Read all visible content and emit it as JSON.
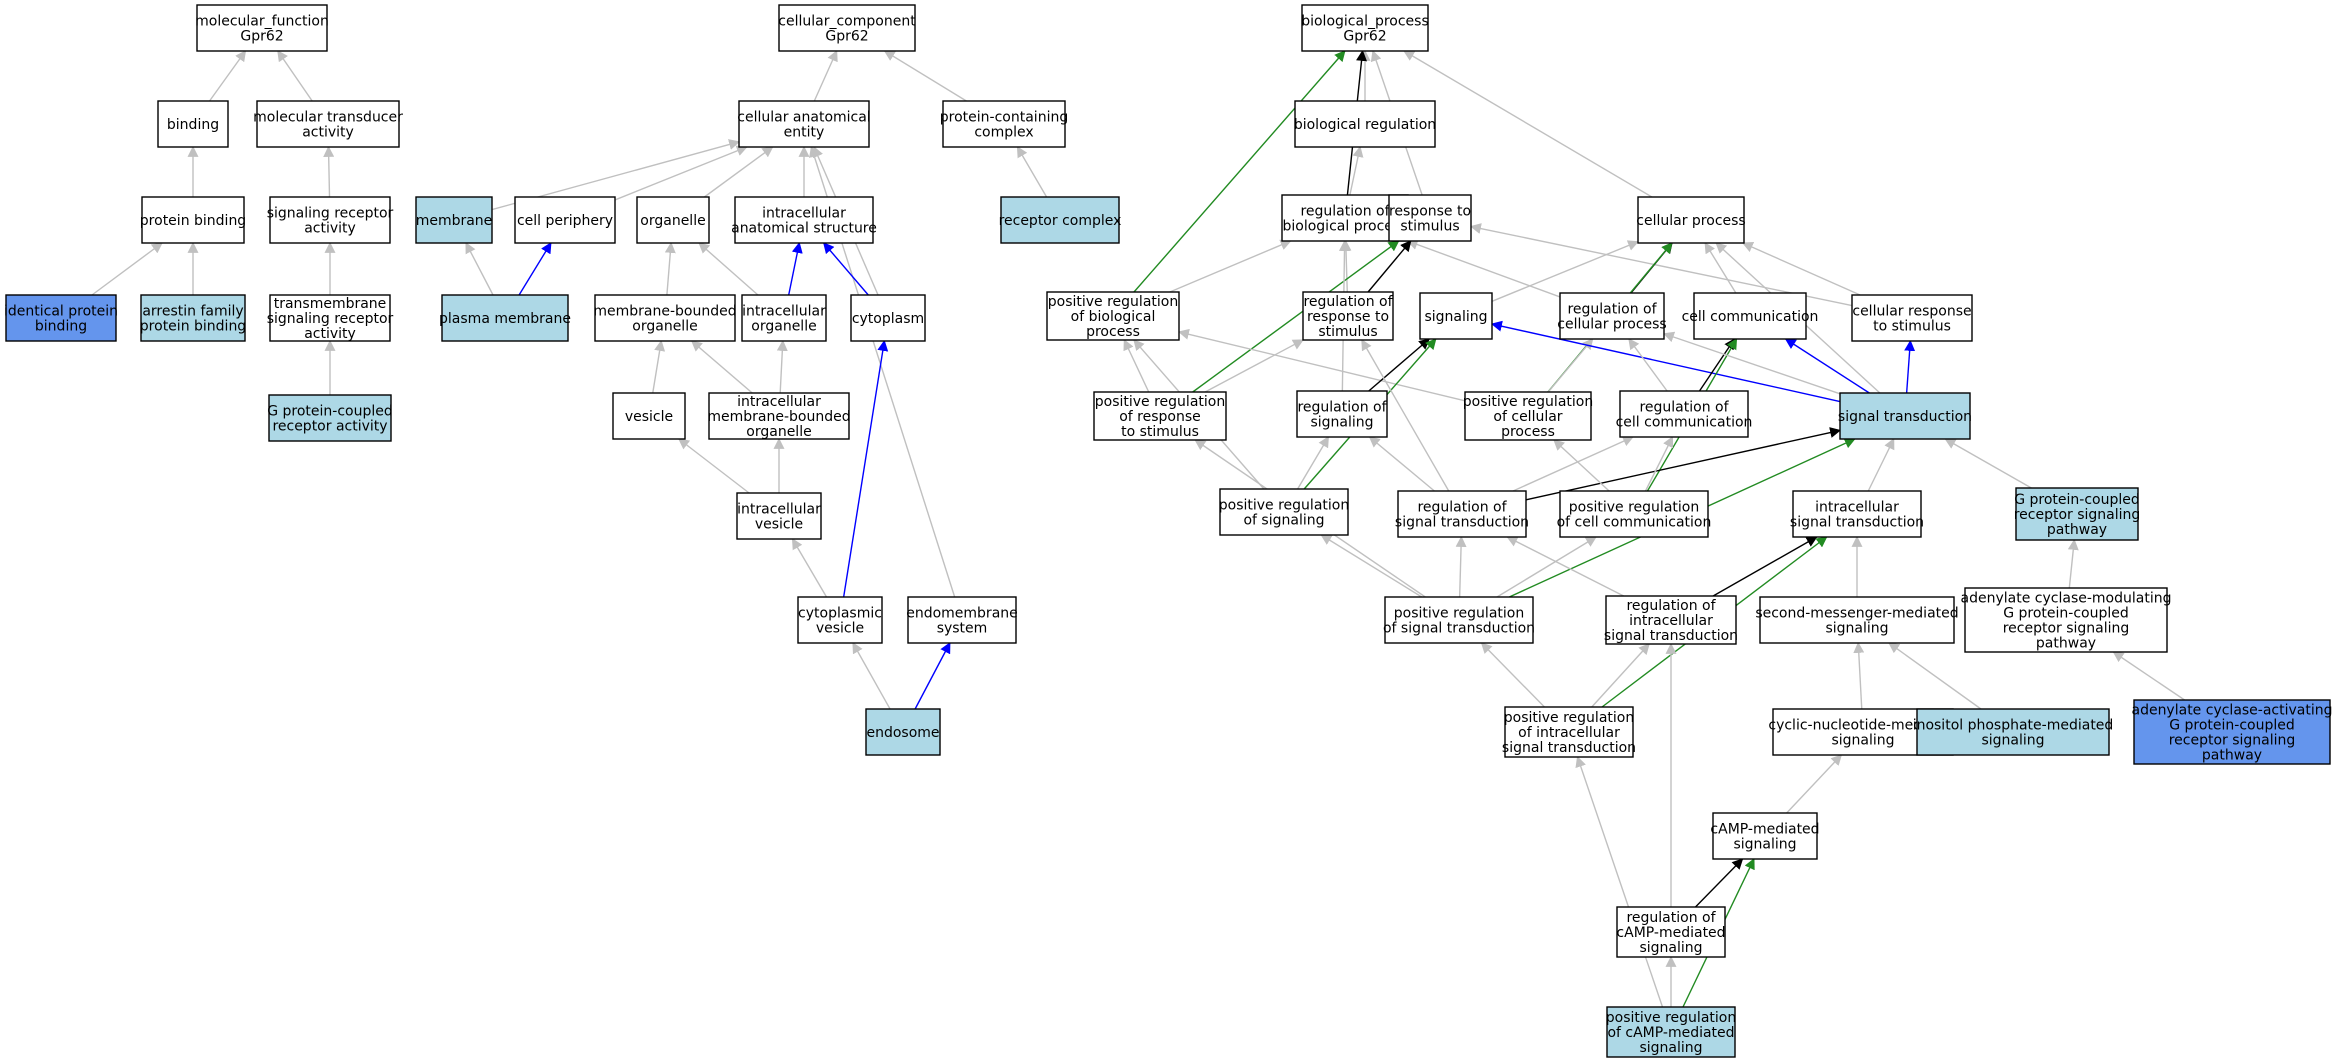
{
  "colors": {
    "node_default": "#ffffff",
    "node_light": "#add8e6",
    "node_dark": "#6495ed",
    "edge_gray": "#c0c0c0",
    "edge_black": "#000000",
    "edge_blue": "#0000ff",
    "edge_green": "#228b22"
  },
  "nodes": [
    {
      "id": "mf",
      "lines": [
        "molecular_function",
        "Gpr62"
      ],
      "fill": "default"
    },
    {
      "id": "binding",
      "lines": [
        "binding"
      ],
      "fill": "default"
    },
    {
      "id": "mta",
      "lines": [
        "molecular transducer",
        "activity"
      ],
      "fill": "default"
    },
    {
      "id": "pb",
      "lines": [
        "protein binding"
      ],
      "fill": "default"
    },
    {
      "id": "sra",
      "lines": [
        "signaling receptor",
        "activity"
      ],
      "fill": "default"
    },
    {
      "id": "ipb",
      "lines": [
        "identical protein",
        "binding"
      ],
      "fill": "dark"
    },
    {
      "id": "afpb",
      "lines": [
        "arrestin family",
        "protein binding"
      ],
      "fill": "light"
    },
    {
      "id": "tsra",
      "lines": [
        "transmembrane",
        "signaling receptor",
        "activity"
      ],
      "fill": "default"
    },
    {
      "id": "gpcra",
      "lines": [
        "G protein-coupled",
        "receptor activity"
      ],
      "fill": "light"
    },
    {
      "id": "cc",
      "lines": [
        "cellular_component",
        "Gpr62"
      ],
      "fill": "default"
    },
    {
      "id": "cae",
      "lines": [
        "cellular anatomical",
        "entity"
      ],
      "fill": "default"
    },
    {
      "id": "pcc",
      "lines": [
        "protein-containing",
        "complex"
      ],
      "fill": "default"
    },
    {
      "id": "membrane",
      "lines": [
        "membrane"
      ],
      "fill": "light"
    },
    {
      "id": "cellper",
      "lines": [
        "cell periphery"
      ],
      "fill": "default"
    },
    {
      "id": "organelle",
      "lines": [
        "organelle"
      ],
      "fill": "default"
    },
    {
      "id": "ias",
      "lines": [
        "intracellular",
        "anatomical structure"
      ],
      "fill": "default"
    },
    {
      "id": "rc",
      "lines": [
        "receptor complex"
      ],
      "fill": "light"
    },
    {
      "id": "pm",
      "lines": [
        "plasma membrane"
      ],
      "fill": "light"
    },
    {
      "id": "mbo",
      "lines": [
        "membrane-bounded",
        "organelle"
      ],
      "fill": "default"
    },
    {
      "id": "io",
      "lines": [
        "intracellular",
        "organelle"
      ],
      "fill": "default"
    },
    {
      "id": "cyto",
      "lines": [
        "cytoplasm"
      ],
      "fill": "default"
    },
    {
      "id": "vesicle",
      "lines": [
        "vesicle"
      ],
      "fill": "default"
    },
    {
      "id": "imbo",
      "lines": [
        "intracellular",
        "membrane-bounded",
        "organelle"
      ],
      "fill": "default"
    },
    {
      "id": "iv",
      "lines": [
        "intracellular",
        "vesicle"
      ],
      "fill": "default"
    },
    {
      "id": "cv",
      "lines": [
        "cytoplasmic",
        "vesicle"
      ],
      "fill": "default"
    },
    {
      "id": "es",
      "lines": [
        "endomembrane",
        "system"
      ],
      "fill": "default"
    },
    {
      "id": "endosome",
      "lines": [
        "endosome"
      ],
      "fill": "light"
    },
    {
      "id": "bp",
      "lines": [
        "biological_process",
        "Gpr62"
      ],
      "fill": "default"
    },
    {
      "id": "breg",
      "lines": [
        "biological regulation"
      ],
      "fill": "default"
    },
    {
      "id": "rbp",
      "lines": [
        "regulation of",
        "biological process"
      ],
      "fill": "default"
    },
    {
      "id": "rts",
      "lines": [
        "response to",
        "stimulus"
      ],
      "fill": "default"
    },
    {
      "id": "cp",
      "lines": [
        "cellular process"
      ],
      "fill": "default"
    },
    {
      "id": "prbp",
      "lines": [
        "positive regulation",
        "of biological",
        "process"
      ],
      "fill": "default"
    },
    {
      "id": "rrs",
      "lines": [
        "regulation of",
        "response to",
        "stimulus"
      ],
      "fill": "default"
    },
    {
      "id": "signaling",
      "lines": [
        "signaling"
      ],
      "fill": "default"
    },
    {
      "id": "rcp",
      "lines": [
        "regulation of",
        "cellular process"
      ],
      "fill": "default"
    },
    {
      "id": "ccom",
      "lines": [
        "cell communication"
      ],
      "fill": "default"
    },
    {
      "id": "crs",
      "lines": [
        "cellular response",
        "to stimulus"
      ],
      "fill": "default"
    },
    {
      "id": "prrs",
      "lines": [
        "positive regulation",
        "of response",
        "to stimulus"
      ],
      "fill": "default"
    },
    {
      "id": "rsig",
      "lines": [
        "regulation of",
        "signaling"
      ],
      "fill": "default"
    },
    {
      "id": "prcp",
      "lines": [
        "positive regulation",
        "of cellular",
        "process"
      ],
      "fill": "default"
    },
    {
      "id": "rcc",
      "lines": [
        "regulation of",
        "cell communication"
      ],
      "fill": "default"
    },
    {
      "id": "st",
      "lines": [
        "signal transduction"
      ],
      "fill": "light"
    },
    {
      "id": "prs",
      "lines": [
        "positive regulation",
        "of signaling"
      ],
      "fill": "default"
    },
    {
      "id": "rst",
      "lines": [
        "regulation of",
        "signal transduction"
      ],
      "fill": "default"
    },
    {
      "id": "prcc",
      "lines": [
        "positive regulation",
        "of cell communication"
      ],
      "fill": "default"
    },
    {
      "id": "ist",
      "lines": [
        "intracellular",
        "signal transduction"
      ],
      "fill": "default"
    },
    {
      "id": "gpcrsp",
      "lines": [
        "G protein-coupled",
        "receptor signaling",
        "pathway"
      ],
      "fill": "light"
    },
    {
      "id": "prst",
      "lines": [
        "positive regulation",
        "of signal transduction"
      ],
      "fill": "default"
    },
    {
      "id": "rist",
      "lines": [
        "regulation of",
        "intracellular",
        "signal transduction"
      ],
      "fill": "default"
    },
    {
      "id": "sms",
      "lines": [
        "second-messenger-mediated",
        "signaling"
      ],
      "fill": "default"
    },
    {
      "id": "acm",
      "lines": [
        "adenylate cyclase-modulating",
        "G protein-coupled",
        "receptor signaling",
        "pathway"
      ],
      "fill": "default"
    },
    {
      "id": "prist",
      "lines": [
        "positive regulation",
        "of intracellular",
        "signal transduction"
      ],
      "fill": "default"
    },
    {
      "id": "cnms",
      "lines": [
        "cyclic-nucleotide-mediated",
        "signaling"
      ],
      "fill": "default"
    },
    {
      "id": "ipms",
      "lines": [
        "inositol phosphate-mediated",
        "signaling"
      ],
      "fill": "light"
    },
    {
      "id": "aca",
      "lines": [
        "adenylate cyclase-activating",
        "G protein-coupled",
        "receptor signaling",
        "pathway"
      ],
      "fill": "dark"
    },
    {
      "id": "camp",
      "lines": [
        "cAMP-mediated",
        "signaling"
      ],
      "fill": "default"
    },
    {
      "id": "rcamp",
      "lines": [
        "regulation of",
        "cAMP-mediated",
        "signaling"
      ],
      "fill": "default"
    },
    {
      "id": "prcamp",
      "lines": [
        "positive regulation",
        "of cAMP-mediated",
        "signaling"
      ],
      "fill": "light"
    }
  ],
  "edges": [
    {
      "from": "binding",
      "to": "mf",
      "color": "gray"
    },
    {
      "from": "mta",
      "to": "mf",
      "color": "gray"
    },
    {
      "from": "pb",
      "to": "binding",
      "color": "gray"
    },
    {
      "from": "sra",
      "to": "mta",
      "color": "gray"
    },
    {
      "from": "ipb",
      "to": "pb",
      "color": "gray"
    },
    {
      "from": "afpb",
      "to": "pb",
      "color": "gray"
    },
    {
      "from": "tsra",
      "to": "sra",
      "color": "gray"
    },
    {
      "from": "gpcra",
      "to": "tsra",
      "color": "gray"
    },
    {
      "from": "cae",
      "to": "cc",
      "color": "gray"
    },
    {
      "from": "pcc",
      "to": "cc",
      "color": "gray"
    },
    {
      "from": "rc",
      "to": "pcc",
      "color": "gray"
    },
    {
      "from": "membrane",
      "to": "cae",
      "color": "gray"
    },
    {
      "from": "cellper",
      "to": "cae",
      "color": "gray"
    },
    {
      "from": "organelle",
      "to": "cae",
      "color": "gray"
    },
    {
      "from": "ias",
      "to": "cae",
      "color": "gray"
    },
    {
      "from": "cyto",
      "to": "cae",
      "color": "gray"
    },
    {
      "from": "es",
      "to": "cae",
      "color": "gray"
    },
    {
      "from": "pm",
      "to": "membrane",
      "color": "gray"
    },
    {
      "from": "pm",
      "to": "cellper",
      "color": "blue"
    },
    {
      "from": "mbo",
      "to": "organelle",
      "color": "gray"
    },
    {
      "from": "io",
      "to": "organelle",
      "color": "gray"
    },
    {
      "from": "io",
      "to": "ias",
      "color": "blue"
    },
    {
      "from": "cyto",
      "to": "ias",
      "color": "blue"
    },
    {
      "from": "vesicle",
      "to": "mbo",
      "color": "gray"
    },
    {
      "from": "imbo",
      "to": "mbo",
      "color": "gray"
    },
    {
      "from": "imbo",
      "to": "io",
      "color": "gray"
    },
    {
      "from": "iv",
      "to": "vesicle",
      "color": "gray"
    },
    {
      "from": "iv",
      "to": "imbo",
      "color": "gray"
    },
    {
      "from": "cv",
      "to": "iv",
      "color": "gray"
    },
    {
      "from": "cv",
      "to": "cyto",
      "color": "blue"
    },
    {
      "from": "endosome",
      "to": "cv",
      "color": "gray"
    },
    {
      "from": "endosome",
      "to": "es",
      "color": "blue"
    },
    {
      "from": "breg",
      "to": "bp",
      "color": "gray"
    },
    {
      "from": "rbp",
      "to": "bp",
      "color": "black"
    },
    {
      "from": "rts",
      "to": "bp",
      "color": "gray"
    },
    {
      "from": "cp",
      "to": "bp",
      "color": "gray"
    },
    {
      "from": "prbp",
      "to": "bp",
      "color": "green"
    },
    {
      "from": "rbp",
      "to": "breg",
      "color": "gray"
    },
    {
      "from": "prbp",
      "to": "rbp",
      "color": "gray"
    },
    {
      "from": "rrs",
      "to": "rbp",
      "color": "gray"
    },
    {
      "from": "rcp",
      "to": "rbp",
      "color": "gray"
    },
    {
      "from": "rrs",
      "to": "rts",
      "color": "black"
    },
    {
      "from": "prrs",
      "to": "rts",
      "color": "green"
    },
    {
      "from": "crs",
      "to": "rts",
      "color": "gray"
    },
    {
      "from": "signaling",
      "to": "cp",
      "color": "gray"
    },
    {
      "from": "rcp",
      "to": "cp",
      "color": "black"
    },
    {
      "from": "ccom",
      "to": "cp",
      "color": "gray"
    },
    {
      "from": "crs",
      "to": "cp",
      "color": "gray"
    },
    {
      "from": "prcp",
      "to": "cp",
      "color": "green"
    },
    {
      "from": "st",
      "to": "cp",
      "color": "gray"
    },
    {
      "from": "prrs",
      "to": "prbp",
      "color": "gray"
    },
    {
      "from": "prrs",
      "to": "rrs",
      "color": "gray"
    },
    {
      "from": "prcp",
      "to": "prbp",
      "color": "gray"
    },
    {
      "from": "prcp",
      "to": "rcp",
      "color": "gray"
    },
    {
      "from": "prs",
      "to": "prbp",
      "color": "gray"
    },
    {
      "from": "rsig",
      "to": "signaling",
      "color": "black"
    },
    {
      "from": "prs",
      "to": "signaling",
      "color": "green"
    },
    {
      "from": "st",
      "to": "signaling",
      "color": "blue"
    },
    {
      "from": "rcc",
      "to": "ccom",
      "color": "black"
    },
    {
      "from": "prcc",
      "to": "ccom",
      "color": "green"
    },
    {
      "from": "st",
      "to": "ccom",
      "color": "blue"
    },
    {
      "from": "st",
      "to": "crs",
      "color": "blue"
    },
    {
      "from": "rsig",
      "to": "rbp",
      "color": "gray"
    },
    {
      "from": "rcc",
      "to": "rcp",
      "color": "gray"
    },
    {
      "from": "st",
      "to": "rcp",
      "color": "gray"
    },
    {
      "from": "prs",
      "to": "rsig",
      "color": "gray"
    },
    {
      "from": "rst",
      "to": "rsig",
      "color": "gray"
    },
    {
      "from": "rst",
      "to": "rrs",
      "color": "gray"
    },
    {
      "from": "rst",
      "to": "rcc",
      "color": "gray"
    },
    {
      "from": "rst",
      "to": "st",
      "color": "black"
    },
    {
      "from": "prcc",
      "to": "prcp",
      "color": "gray"
    },
    {
      "from": "prcc",
      "to": "rcc",
      "color": "gray"
    },
    {
      "from": "ist",
      "to": "st",
      "color": "gray"
    },
    {
      "from": "gpcrsp",
      "to": "st",
      "color": "gray"
    },
    {
      "from": "prst",
      "to": "prs",
      "color": "gray"
    },
    {
      "from": "prst",
      "to": "rst",
      "color": "gray"
    },
    {
      "from": "prst",
      "to": "prcc",
      "color": "gray"
    },
    {
      "from": "prst",
      "to": "st",
      "color": "green"
    },
    {
      "from": "prst",
      "to": "prrs",
      "color": "gray"
    },
    {
      "from": "rist",
      "to": "rst",
      "color": "gray"
    },
    {
      "from": "rist",
      "to": "ist",
      "color": "black"
    },
    {
      "from": "sms",
      "to": "ist",
      "color": "gray"
    },
    {
      "from": "acm",
      "to": "gpcrsp",
      "color": "gray"
    },
    {
      "from": "prist",
      "to": "prst",
      "color": "gray"
    },
    {
      "from": "prist",
      "to": "rist",
      "color": "gray"
    },
    {
      "from": "prist",
      "to": "ist",
      "color": "green"
    },
    {
      "from": "cnms",
      "to": "sms",
      "color": "gray"
    },
    {
      "from": "ipms",
      "to": "sms",
      "color": "gray"
    },
    {
      "from": "aca",
      "to": "acm",
      "color": "gray"
    },
    {
      "from": "camp",
      "to": "cnms",
      "color": "gray"
    },
    {
      "from": "rcamp",
      "to": "camp",
      "color": "black"
    },
    {
      "from": "rcamp",
      "to": "rist",
      "color": "gray"
    },
    {
      "from": "prcamp",
      "to": "rcamp",
      "color": "gray"
    },
    {
      "from": "prcamp",
      "to": "camp",
      "color": "green"
    },
    {
      "from": "prcamp",
      "to": "prist",
      "color": "gray"
    }
  ]
}
